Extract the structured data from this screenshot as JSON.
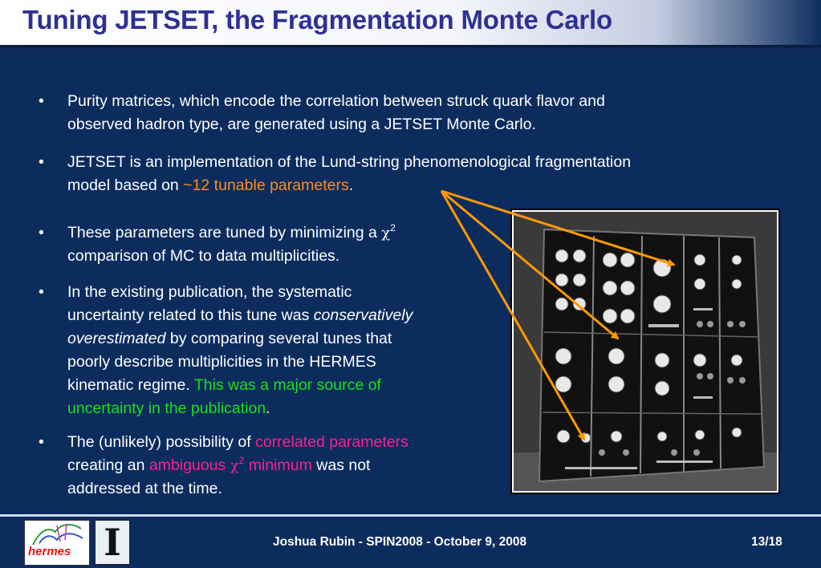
{
  "slide": {
    "title": "Tuning JETSET, the Fragmentation Monte Carlo"
  },
  "bullets": [
    {
      "marker": "•",
      "lines": [
        [
          "Purity matrices, which encode the correlation between struck quark flavor and"
        ],
        [
          "observed hadron type, are generated using a JETSET Monte Carlo."
        ]
      ]
    },
    {
      "marker": "•",
      "line1": "JETSET is an implementation of the Lund-string phenomenological fragmentation",
      "line2_prefix": "model based on ",
      "line2_highlight": "~12 tunable parameters",
      "line2_suffix": "."
    },
    {
      "marker": "•",
      "line1_prefix": "These parameters are tuned by minimizing a ",
      "chi": "χ",
      "sup": "2",
      "line2": "comparison of MC to data multiplicities."
    },
    {
      "marker": "•",
      "line1": "In the existing publication, the systematic",
      "line2_prefix": "uncertainty related to this tune was ",
      "line2_italic": "conservatively",
      "line3_italic": "overestimated",
      "line3_suffix": " by comparing several tunes that",
      "line4": "poorly describe multiplicities in the HERMES",
      "line5_prefix": "kinematic regime.  ",
      "line5_highlight": "This was a major source of",
      "line6_highlight": "uncertainty in the publication",
      "line6_suffix": "."
    },
    {
      "marker": "•",
      "line1_prefix": "The (unlikely) possibility of ",
      "line1_highlight": "correlated parameters",
      "line2_prefix": "creating an ",
      "line2_highlight": "ambiguous ",
      "chi": "χ",
      "sup": "2",
      "line2_highlight2": " minimum",
      "line2_suffix": " was not",
      "line3": "addressed at the time."
    }
  ],
  "footer": {
    "text": "Joshua Rubin - SPIN2008 - October 9, 2008",
    "page": "13/18",
    "hermes_logo_text": "hermes",
    "illinois_logo_letter": "I"
  },
  "colors": {
    "background": "#0c2c5e",
    "title": "#2e3192",
    "highlight_orange": "#ff8c1a",
    "highlight_green": "#19e019",
    "highlight_magenta": "#ff1f8f",
    "arrow": "#ff9900"
  }
}
